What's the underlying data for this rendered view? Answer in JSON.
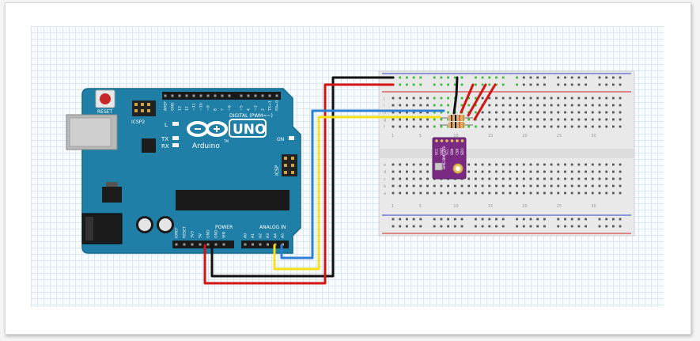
{
  "colors": {
    "board": "#1f7fa6",
    "board_edge": "#16698b",
    "wire_black": "#111111",
    "wire_red": "#d21414",
    "wire_blue": "#2d7fd6",
    "wire_yellow": "#f3e21a",
    "sensor": "#7a2a83",
    "rail_blue": "#3344cc",
    "rail_red": "#cc2222",
    "hole_green": "#3dbb3d"
  },
  "arduino": {
    "reset": "RESET",
    "icsp2": "ICSP2",
    "icsp": "ICSP",
    "led_l": "L",
    "led_tx": "TX",
    "led_rx": "RX",
    "on": "ON",
    "brand": "Arduino",
    "tm": "TM",
    "model": "UNO",
    "digital": "DIGITAL (PWM=~)",
    "power": "POWER",
    "analog": "ANALOG IN",
    "top_pins": [
      "AREF",
      "GND",
      "13",
      "12",
      "~11",
      "~10",
      "~9",
      "8",
      "7",
      "~6",
      "~5",
      "4",
      "~3",
      "2",
      "TX→1",
      "RX←0"
    ],
    "power_pins": [
      "IOREF",
      "RESET",
      "3V3",
      "5V",
      "GND",
      "GND",
      "VIN"
    ],
    "analog_pins": [
      "A0",
      "A1",
      "A2",
      "A3",
      "A4",
      "A5"
    ]
  },
  "breadboard": {
    "row_letters_top": [
      "j",
      "i",
      "h",
      "g",
      "f"
    ],
    "row_letters_bottom": [
      "e",
      "d",
      "c",
      "b",
      "a"
    ],
    "col_numbers": [
      "1",
      "5",
      "10",
      "15",
      "20",
      "25",
      "30"
    ]
  },
  "sensor": {
    "pins": [
      "VCC",
      "GND",
      "SCL",
      "SDA",
      "CSB",
      "SDO"
    ],
    "name": "BME/BMP280"
  }
}
